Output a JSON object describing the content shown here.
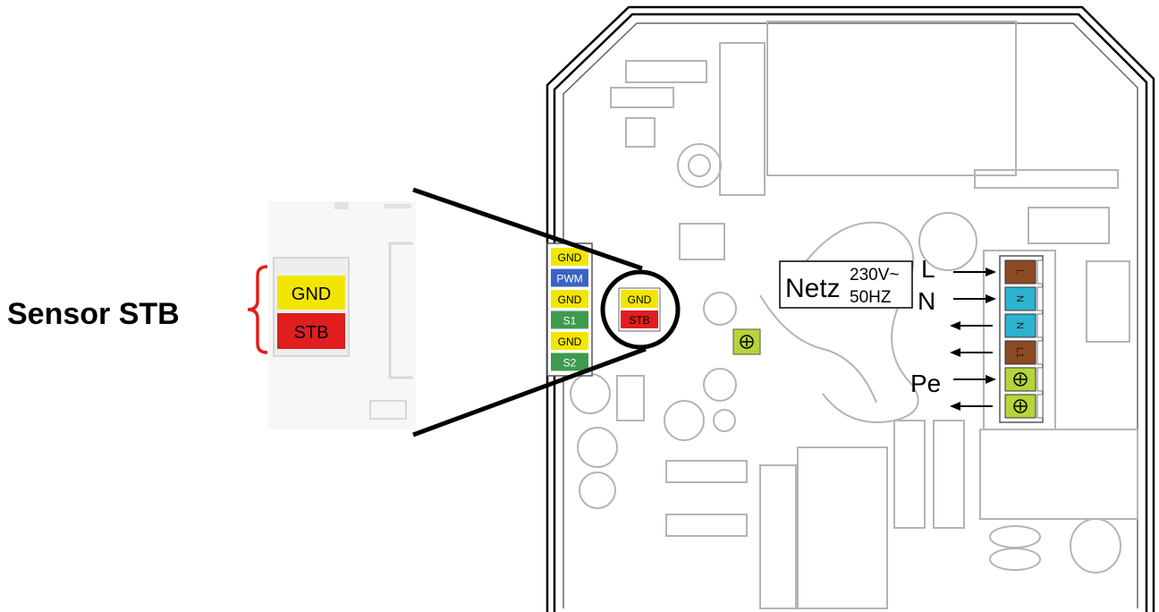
{
  "sensor_label": "Sensor STB",
  "zoom_terminals": [
    {
      "label": "GND",
      "color": "#f2e600",
      "text_color": "#000000"
    },
    {
      "label": "STB",
      "color": "#e01e1e",
      "text_color": "#000000"
    }
  ],
  "left_terminals": [
    {
      "label": "GND",
      "color": "#f2e600",
      "text_color": "#000000"
    },
    {
      "label": "PWM",
      "color": "#3b63c4",
      "text_color": "#ffffff"
    },
    {
      "label": "GND",
      "color": "#f2e600",
      "text_color": "#000000"
    },
    {
      "label": "S1",
      "color": "#3e9a4f",
      "text_color": "#ffffff"
    },
    {
      "label": "GND",
      "color": "#f2e600",
      "text_color": "#000000"
    },
    {
      "label": "S2",
      "color": "#3e9a4f",
      "text_color": "#ffffff"
    }
  ],
  "circled_terminals": [
    {
      "label": "GND",
      "color": "#f2e600",
      "text_color": "#000000"
    },
    {
      "label": "STB",
      "color": "#e01e1e",
      "text_color": "#000000"
    }
  ],
  "mains_box": {
    "title": "Netz",
    "voltage": "230V~",
    "frequency": "50HZ"
  },
  "mains_labels": {
    "l": "L",
    "n": "N",
    "pe": "Pe"
  },
  "mains_terminals": [
    {
      "label": "L",
      "color": "#8b4a23",
      "arrow": "in"
    },
    {
      "label": "N",
      "color": "#2bb3cf",
      "arrow": "in"
    },
    {
      "label": "N",
      "color": "#2bb3cf",
      "arrow": "out"
    },
    {
      "label": "L1",
      "color": "#8b4a23",
      "arrow": "out"
    },
    {
      "label": "earth",
      "color": "#b5d53a",
      "arrow": "in"
    },
    {
      "label": "earth",
      "color": "#b5d53a",
      "arrow": "out"
    }
  ],
  "colors": {
    "accent_red": "#e01e1e",
    "outline": "#000000",
    "pcb_gray": "#9a9a9a"
  }
}
